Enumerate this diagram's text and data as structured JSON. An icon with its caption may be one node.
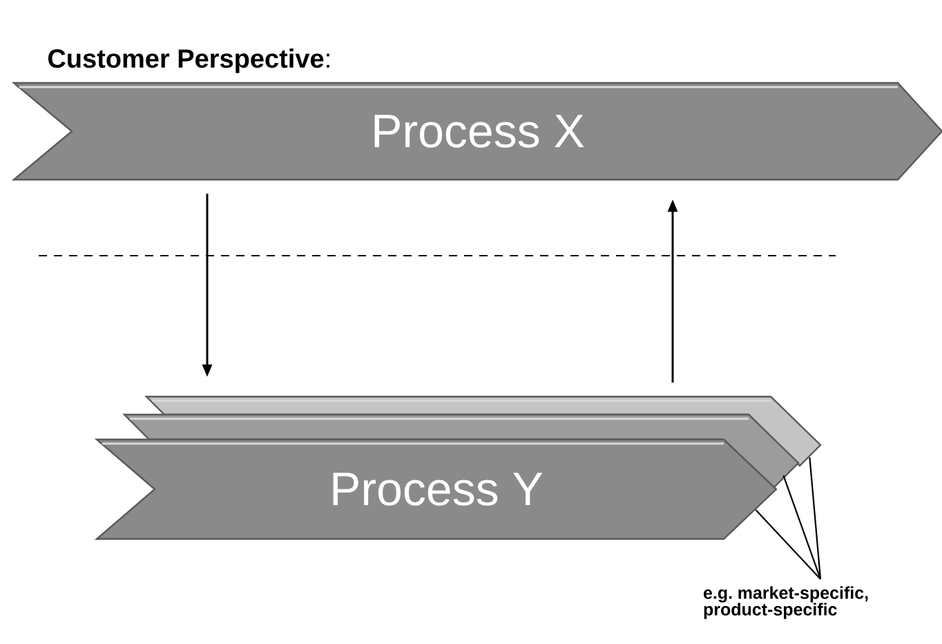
{
  "diagram": {
    "title": "**Customer Perspective**:",
    "nodes": [
      {
        "text": [
          "Process X"
        ]
      },
      {
        "text": [],
        "shape": "chevron"
      },
      {
        "text": [],
        "shape": "chevron"
      },
      {
        "text": [
          "Process Y"
        ]
      },
      {
        "text": [
          "e.g. market-specific, product-specific"
        ]
      }
    ],
    "edges": [
      {
        "from": 0,
        "to": 1,
        "arrow": "to"
      },
      {
        "from": 1,
        "to": 0,
        "arrow": "to"
      },
      {
        "from": 4,
        "to": 3,
        "arrow": "none"
      },
      {
        "from": 4,
        "to": 2,
        "arrow": "none"
      },
      {
        "from": 4,
        "to": 1,
        "arrow": "none"
      }
    ]
  }
}
